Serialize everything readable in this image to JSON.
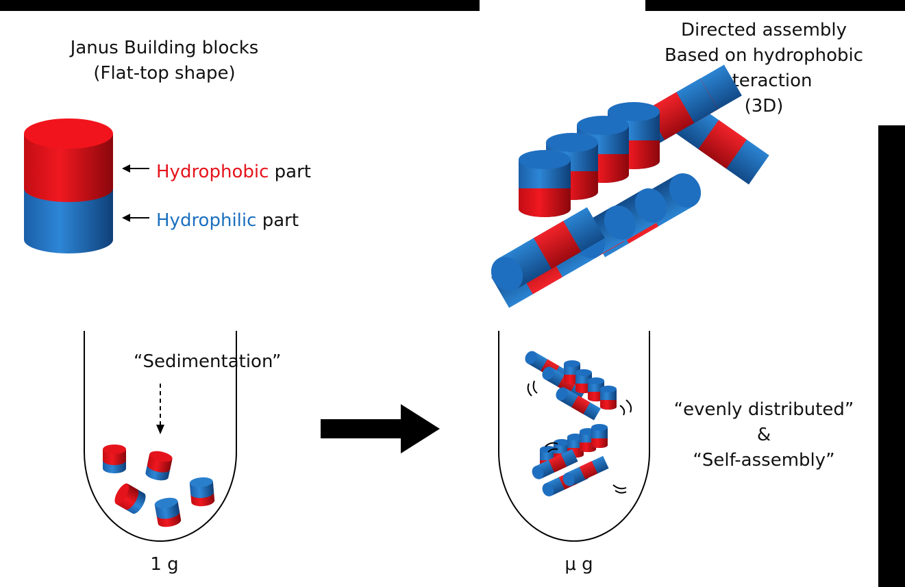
{
  "blocks_title_line1": "Janus Building blocks",
  "blocks_title_line2": "(Flat-top shape)",
  "hydrophobic_word": "Hydrophobic",
  "hydrophilic_word": "Hydrophilic",
  "part_word": "part",
  "assembly_line1": "Directed assembly",
  "assembly_line2": "Based on hydrophobic",
  "assembly_line3": "Interaction",
  "assembly_line4": "(3D)",
  "sedimentation_label": "“Sedimentation”",
  "evenly_label": "“evenly distributed”",
  "ampersand": "&",
  "selfassembly_label": "“Self-assembly”",
  "gravity_left": "1 g",
  "gravity_right": "μ g",
  "colors": {
    "hydrophobic": "#e5131b",
    "hydrophilic": "#1b6fbf"
  }
}
